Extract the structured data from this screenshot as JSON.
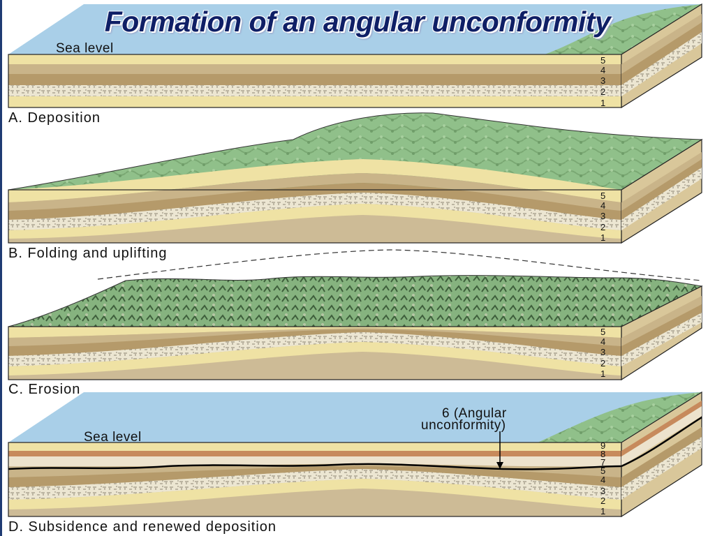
{
  "title": "Formation of an angular unconformity",
  "panels": [
    {
      "caption": "A. Deposition",
      "sea_label": "Sea level",
      "layers": [
        "5",
        "4",
        "3",
        "2",
        "1"
      ]
    },
    {
      "caption": "B. Folding and uplifting",
      "layers": [
        "5",
        "4",
        "3",
        "2",
        "1"
      ]
    },
    {
      "caption": "C. Erosion",
      "layers": [
        "5",
        "4",
        "3",
        "2",
        "1"
      ]
    },
    {
      "caption": "D. Subsidence and renewed deposition",
      "sea_label": "Sea level",
      "unconformity_label_line1": "6 (Angular",
      "unconformity_label_line2": "unconformity)",
      "layers": [
        "9",
        "8",
        "7",
        "5",
        "4",
        "3",
        "2",
        "1"
      ]
    }
  ],
  "colors": {
    "sea": "#a9cfe8",
    "land": "#8fbf88",
    "layer_light": "#efe2a4",
    "layer_tan": "#c9b489",
    "layer_brown": "#b59a6a",
    "layer_speckled": "#ece6d2",
    "layer_base": "#cdbb96",
    "layer_orange": "#c78a5c"
  }
}
